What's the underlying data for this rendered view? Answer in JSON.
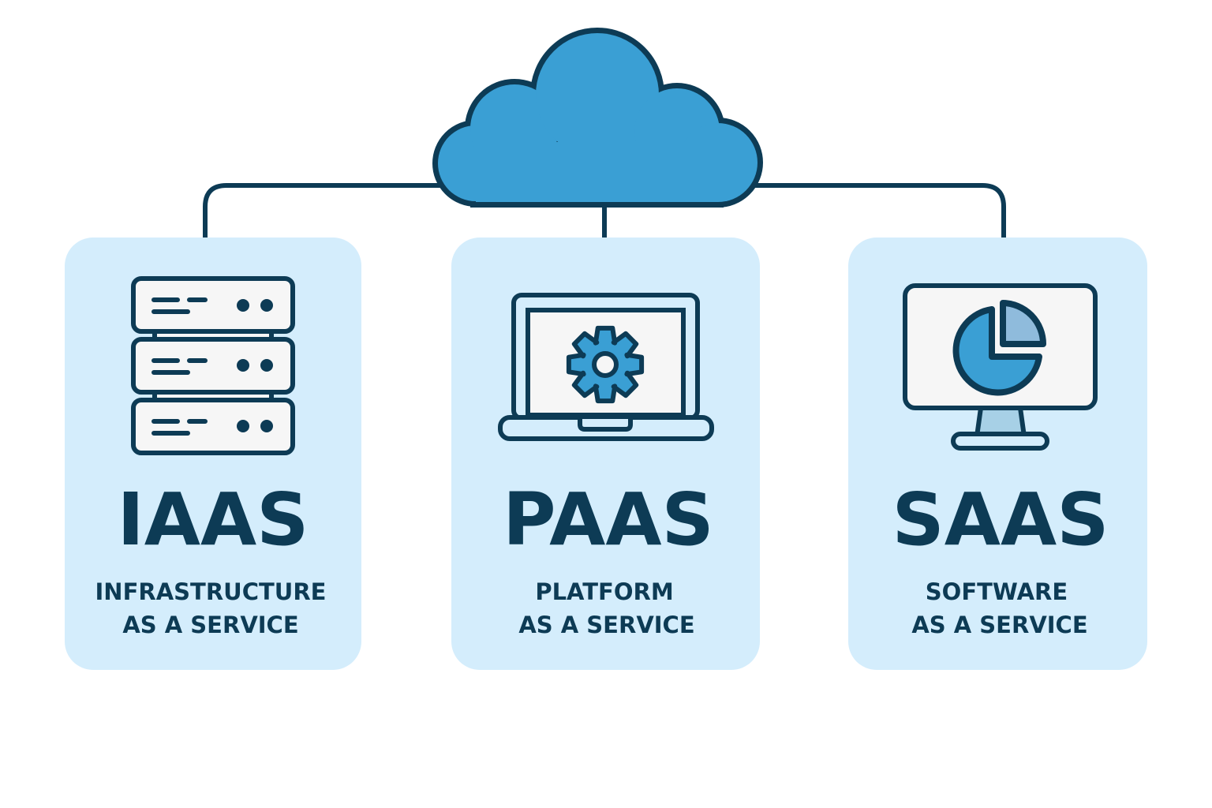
{
  "colors": {
    "navy": "#0d3b55",
    "cloud": "#3a9fd4",
    "card": "#d4edfc",
    "screen": "#f6f6f6",
    "light_accent": "#8fbbdc"
  },
  "cloud": {
    "icon": "cloud-icon"
  },
  "cards": [
    {
      "title": "IAAS",
      "line1": "INFRASTRUCTURE",
      "line2": "AS A SERVICE",
      "icon": "server-icon"
    },
    {
      "title": "PAAS",
      "line1": "PLATFORM",
      "line2": "AS A SERVICE",
      "icon": "laptop-gear-icon"
    },
    {
      "title": "SAAS",
      "line1": "SOFTWARE",
      "line2": "AS A SERVICE",
      "icon": "monitor-pie-chart-icon"
    }
  ]
}
